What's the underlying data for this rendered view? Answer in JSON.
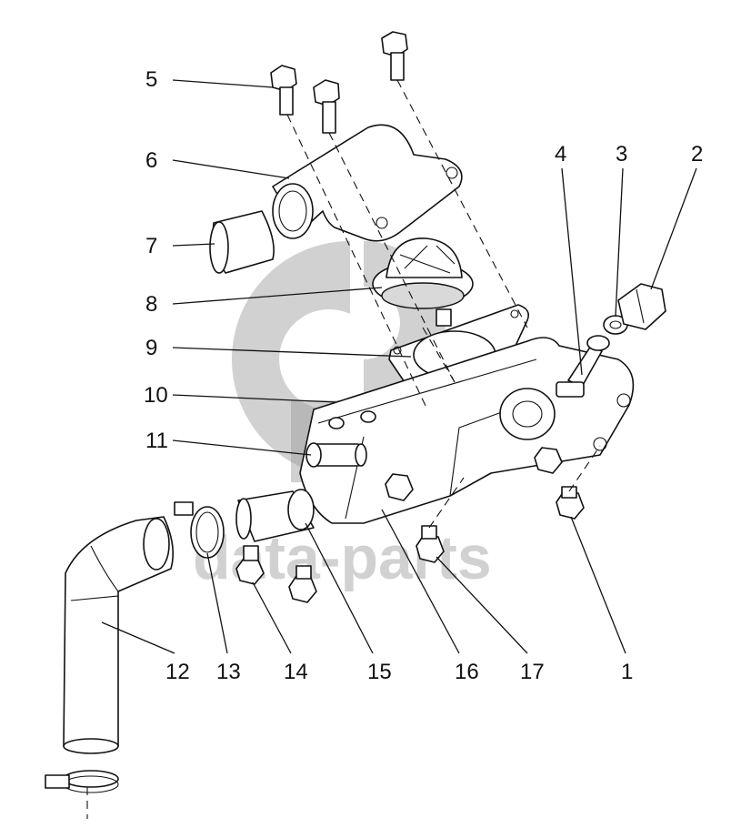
{
  "diagram": {
    "callouts": [
      {
        "id": "c1",
        "label": "1"
      },
      {
        "id": "c2",
        "label": "2"
      },
      {
        "id": "c3",
        "label": "3"
      },
      {
        "id": "c4",
        "label": "4"
      },
      {
        "id": "c5",
        "label": "5"
      },
      {
        "id": "c6",
        "label": "6"
      },
      {
        "id": "c7",
        "label": "7"
      },
      {
        "id": "c8",
        "label": "8"
      },
      {
        "id": "c9",
        "label": "9"
      },
      {
        "id": "c10",
        "label": "10"
      },
      {
        "id": "c11",
        "label": "11"
      },
      {
        "id": "c12",
        "label": "12"
      },
      {
        "id": "c13",
        "label": "13"
      },
      {
        "id": "c14",
        "label": "14"
      },
      {
        "id": "c15",
        "label": "15"
      },
      {
        "id": "c16",
        "label": "16"
      },
      {
        "id": "c17",
        "label": "17"
      }
    ]
  },
  "watermark": {
    "text": "data-parts",
    "color": "#9a9a9a"
  }
}
